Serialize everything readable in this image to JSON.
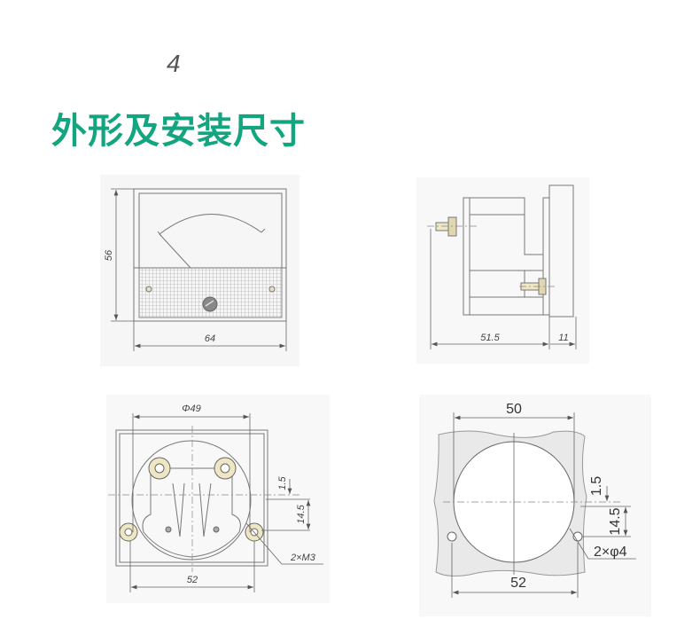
{
  "section_number": "4",
  "section_title": "外形及安装尺寸",
  "colors": {
    "title": "#13a57f"
  },
  "front_view": {
    "height_label": "56",
    "width_label": "64"
  },
  "side_view": {
    "depth_label": "51.5",
    "flange_label": "11"
  },
  "rear_view": {
    "diameter_label": "Φ49",
    "offset_label": "1.5",
    "hole_offset_label": "14.5",
    "thread_label": "2×M3",
    "hole_spacing_label": "52"
  },
  "cutout_view": {
    "diameter_label": "50",
    "offset_label": "1.5",
    "hole_offset_label": "14.5",
    "hole_label": "2×φ4",
    "hole_spacing_label": "52"
  }
}
